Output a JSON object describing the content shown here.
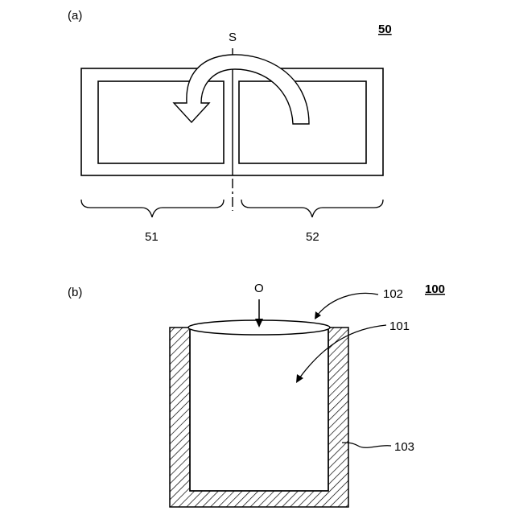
{
  "panel_a": {
    "label": "(a)",
    "ref": "50",
    "axis_label": "S",
    "left_part": "51",
    "right_part": "52"
  },
  "panel_b": {
    "label": "(b)",
    "ref": "100",
    "axis_label": "O",
    "opening": "102",
    "interior": "101",
    "wall": "103"
  }
}
